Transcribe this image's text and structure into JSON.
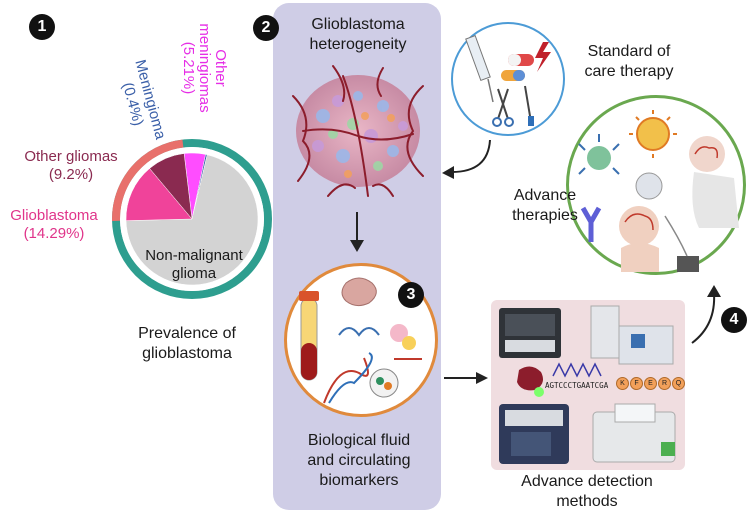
{
  "badges": [
    "1",
    "2",
    "3",
    "4"
  ],
  "section1": {
    "caption_line1": "Prevalence of",
    "caption_line2": "glioblastoma"
  },
  "chart_data": {
    "type": "pie",
    "title": "",
    "slices": [
      {
        "label": "Non-malignant glioma",
        "value": 70.9,
        "color": "#d3d3d3"
      },
      {
        "label": "Glioblastoma",
        "value": 14.29,
        "color": "#f0439a"
      },
      {
        "label": "Other gliomas",
        "value": 9.2,
        "color": "#8a2a50"
      },
      {
        "label": "Meningioma",
        "value": 0.4,
        "color": "#3a5fa8"
      },
      {
        "label": "Other meningiomas",
        "value": 5.21,
        "color": "#ff4dff"
      }
    ],
    "labels": {
      "glioblastoma": "Glioblastoma",
      "glioblastoma_pct": "(14.29%)",
      "other_gliomas": "Other gliomas",
      "other_gliomas_pct": "(9.2%)",
      "meningioma": "Meningioma",
      "meningioma_pct": "(0.4%)",
      "other_meningiomas_l1": "Other",
      "other_meningiomas_l2": "meningiomas",
      "other_meningiomas_pct": "(5.21%)",
      "non_malignant_l1": "Non-malignant",
      "non_malignant_l2": "glioma"
    },
    "ring_color_outer": "#2e9e8f",
    "ring_color_malignant": "#e8706b"
  },
  "section2": {
    "title_line1": "Glioblastoma",
    "title_line2": "heterogeneity"
  },
  "section3": {
    "caption_line1": "Biological fluid",
    "caption_line2": "and circulating",
    "caption_line3": "biomarkers"
  },
  "standard_care": {
    "line1": "Standard of",
    "line2": "care therapy"
  },
  "advance_therapies": {
    "line1": "Advance",
    "line2": "therapies"
  },
  "detection": {
    "sequence": "AGTCCCTGAATCGA",
    "peptide": [
      "K",
      "F",
      "E",
      "R",
      "Q"
    ],
    "caption_line1": "Advance detection",
    "caption_line2": "methods"
  },
  "colors": {
    "panel2_bg": "#cfcde6",
    "circle3_border": "#e08a3c",
    "standard_border": "#4c9bd6",
    "advance_border": "#6aa84f",
    "detection_bg": "#f0dde0"
  }
}
